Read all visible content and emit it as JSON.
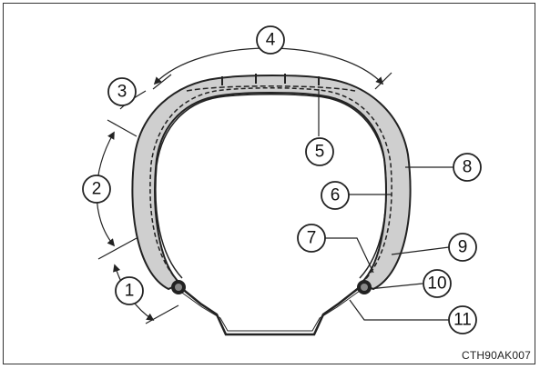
{
  "callouts": [
    "1",
    "2",
    "3",
    "4",
    "5",
    "6",
    "7",
    "8",
    "9",
    "10",
    "11"
  ],
  "figure_code": "CTH90AK007"
}
